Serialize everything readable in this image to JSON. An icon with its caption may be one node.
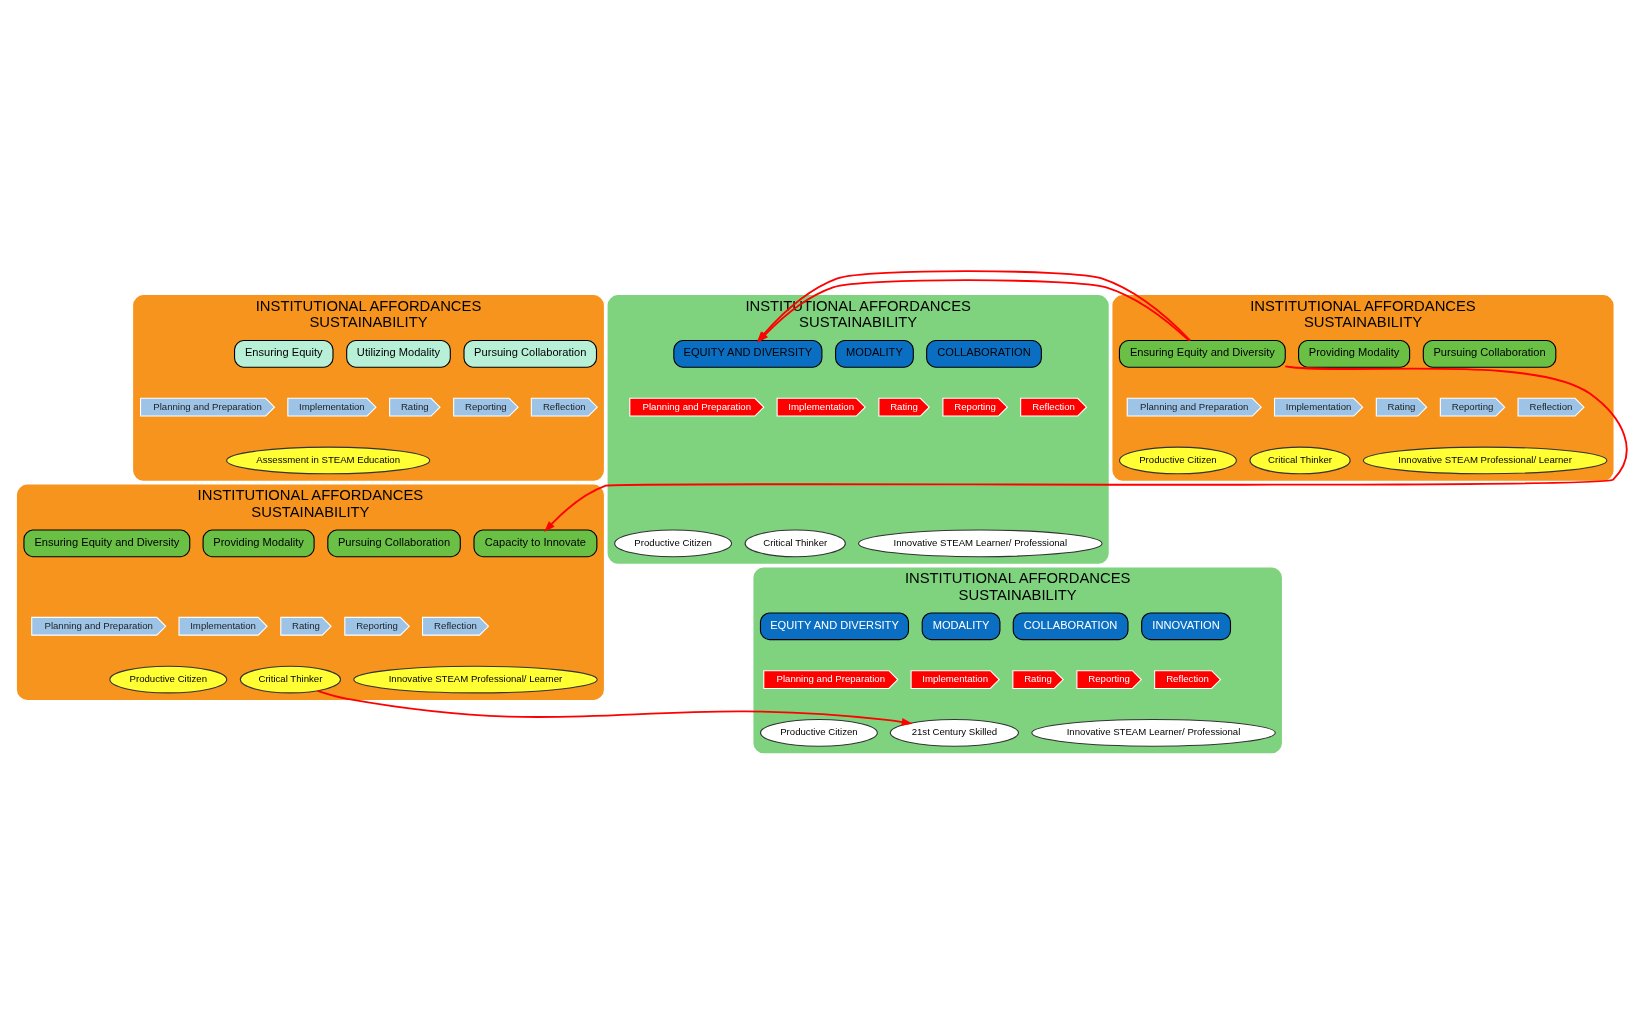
{
  "diagram": {
    "nodes": [
      {
        "text": [
          "INSTITUTIONAL AFFORDANCES",
          "SUSTAINABILITY"
        ]
      },
      {
        "text": [
          "Ensuring Equity"
        ],
        "in": 0
      },
      {
        "text": [
          "Utilizing Modality"
        ],
        "in": 0
      },
      {
        "text": [
          "Pursuing Collaboration"
        ],
        "in": 0
      },
      {
        "text": [
          "Planning and Preparation"
        ],
        "in": 0
      },
      {
        "text": [
          "Implementation"
        ],
        "in": 0
      },
      {
        "text": [
          "Rating"
        ],
        "in": 0
      },
      {
        "text": [
          "Reporting"
        ],
        "in": 0
      },
      {
        "text": [
          "Reflection"
        ],
        "in": 0
      },
      {
        "text": [
          "Assessment in STEAM Education"
        ],
        "in": 0
      },
      {
        "text": [
          "INSTITUTIONAL AFFORDANCES",
          "SUSTAINABILITY"
        ]
      },
      {
        "text": [
          "Ensuring Equity and Diversity"
        ],
        "in": 10
      },
      {
        "text": [
          "Providing Modality"
        ],
        "in": 10
      },
      {
        "text": [
          "Pursuing Collaboration"
        ],
        "in": 10
      },
      {
        "text": [
          "Planning and Preparation"
        ],
        "in": 10
      },
      {
        "text": [
          "Implementation"
        ],
        "in": 10
      },
      {
        "text": [
          "Rating"
        ],
        "in": 10
      },
      {
        "text": [
          "Reporting"
        ],
        "in": 10
      },
      {
        "text": [
          "Reflection"
        ],
        "in": 10
      },
      {
        "text": [
          "Productive Citizen"
        ],
        "in": 10
      },
      {
        "text": [
          "Critical Thinker"
        ],
        "in": 10
      },
      {
        "text": [
          "Innovative STEAM Professional/ Learner"
        ],
        "in": 10
      },
      {
        "text": [
          "INSTITUTIONAL AFFORDANCES",
          "SUSTAINABILITY"
        ]
      },
      {
        "text": [
          "EQUITY AND DIVERSITY"
        ],
        "in": 22
      },
      {
        "text": [
          "MODALITY"
        ],
        "in": 22
      },
      {
        "text": [
          "COLLABORATION"
        ],
        "in": 22
      },
      {
        "text": [
          "Planning and Preparation"
        ],
        "in": 22
      },
      {
        "text": [
          "Implementation"
        ],
        "in": 22
      },
      {
        "text": [
          "Rating"
        ],
        "in": 22
      },
      {
        "text": [
          "Reporting"
        ],
        "in": 22
      },
      {
        "text": [
          "Reflection"
        ],
        "in": 22
      },
      {
        "text": [
          "Productive Citizen"
        ],
        "in": 22
      },
      {
        "text": [
          "Critical Thinker"
        ],
        "in": 22
      },
      {
        "text": [
          "Innovative STEAM Learner/ Professional"
        ],
        "in": 22
      },
      {
        "text": [
          "INSTITUTIONAL AFFORDANCES",
          "SUSTAINABILITY"
        ]
      },
      {
        "text": [
          "Ensuring Equity and Diversity"
        ],
        "in": 34
      },
      {
        "text": [
          "Providing Modality"
        ],
        "in": 34
      },
      {
        "text": [
          "Pursuing Collaboration"
        ],
        "in": 34
      },
      {
        "text": [
          "Capacity to Innovate"
        ],
        "in": 34
      },
      {
        "text": [
          "Planning and Preparation"
        ],
        "in": 34
      },
      {
        "text": [
          "Implementation"
        ],
        "in": 34
      },
      {
        "text": [
          "Rating"
        ],
        "in": 34
      },
      {
        "text": [
          "Reporting"
        ],
        "in": 34
      },
      {
        "text": [
          "Reflection"
        ],
        "in": 34
      },
      {
        "text": [
          "Productive Citizen"
        ],
        "in": 34
      },
      {
        "text": [
          "Critical Thinker"
        ],
        "in": 34
      },
      {
        "text": [
          "Innovative STEAM Professional/ Learner"
        ],
        "in": 34
      },
      {
        "text": [
          "INSTITUTIONAL AFFORDANCES",
          "SUSTAINABILITY"
        ]
      },
      {
        "text": [
          "EQUITY AND DIVERSITY"
        ],
        "in": 47
      },
      {
        "text": [
          "MODALITY"
        ],
        "in": 47
      },
      {
        "text": [
          "COLLABORATION"
        ],
        "in": 47
      },
      {
        "text": [
          "INNOVATION"
        ],
        "in": 47
      },
      {
        "text": [
          "Planning and Preparation"
        ],
        "in": 47
      },
      {
        "text": [
          "Implementation"
        ],
        "in": 47
      },
      {
        "text": [
          "Rating"
        ],
        "in": 47
      },
      {
        "text": [
          "Reporting"
        ],
        "in": 47
      },
      {
        "text": [
          "Reflection"
        ],
        "in": 47
      },
      {
        "text": [
          "Productive Citizen"
        ],
        "in": 47
      },
      {
        "text": [
          "21st Century Skilled"
        ],
        "in": 47
      },
      {
        "text": [
          "Innovative STEAM Learner/ Professional"
        ],
        "in": 47
      }
    ],
    "edges": [
      {
        "from": 11,
        "to": 23,
        "arrow": "to"
      },
      {
        "from": 11,
        "to": 38,
        "arrow": "to"
      },
      {
        "from": 45,
        "to": 58,
        "arrow": "to"
      }
    ]
  }
}
